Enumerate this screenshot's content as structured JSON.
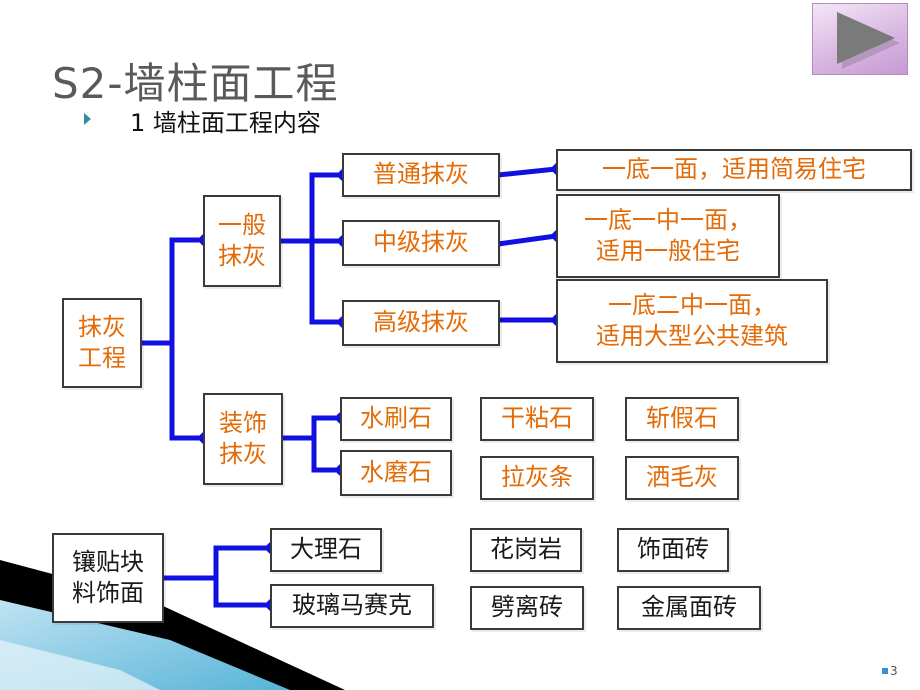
{
  "slide": {
    "title": "S2-墙柱面工程",
    "subtitle": "1 墙柱面工程内容",
    "page_number": "3"
  },
  "nav": {
    "next_icon": "play-triangle-icon"
  },
  "colors": {
    "connector": "#1010e0",
    "node_text": "#e36c09",
    "title": "#5a5a5a"
  },
  "diagram": {
    "root": [
      "抹灰",
      "工程"
    ],
    "general": [
      "一般",
      "抹灰"
    ],
    "decorative": [
      "装饰",
      "抹灰"
    ],
    "general_types": [
      "普通抹灰",
      "中级抹灰",
      "高级抹灰"
    ],
    "general_desc": [
      [
        "一底一面，适用简易住宅"
      ],
      [
        "一底一中一面，",
        "适用一般住宅"
      ],
      [
        "一底二中一面，",
        "适用大型公共建筑"
      ]
    ],
    "decorative_types": [
      "水刷石",
      "水磨石"
    ],
    "decorative_others": [
      "干粘石",
      "斩假石",
      "拉灰条",
      "洒毛灰"
    ],
    "tile_root": [
      "镶贴块",
      "料饰面"
    ],
    "tile_types": [
      "大理石",
      "玻璃马赛克"
    ],
    "tile_others": [
      "花岗岩",
      "饰面砖",
      "劈离砖",
      "金属面砖"
    ]
  }
}
